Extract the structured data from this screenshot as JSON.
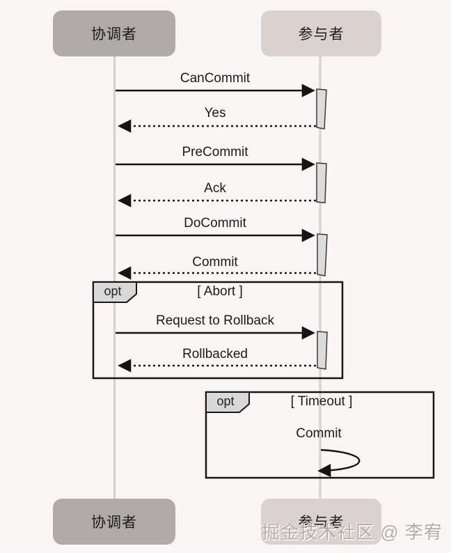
{
  "diagram": {
    "actors": {
      "coordinator": "协调者",
      "participant": "参与者"
    },
    "messages": [
      {
        "label": "CanCommit",
        "type": "solid",
        "from": "coordinator",
        "to": "participant"
      },
      {
        "label": "Yes",
        "type": "dashed",
        "from": "participant",
        "to": "coordinator"
      },
      {
        "label": "PreCommit",
        "type": "solid",
        "from": "coordinator",
        "to": "participant"
      },
      {
        "label": "Ack",
        "type": "dashed",
        "from": "participant",
        "to": "coordinator"
      },
      {
        "label": "DoCommit",
        "type": "solid",
        "from": "coordinator",
        "to": "participant"
      },
      {
        "label": "Commit",
        "type": "dashed",
        "from": "participant",
        "to": "coordinator"
      },
      {
        "label": "Request to Rollback",
        "type": "solid",
        "from": "coordinator",
        "to": "participant"
      },
      {
        "label": "Rollbacked",
        "type": "dashed",
        "from": "participant",
        "to": "coordinator"
      },
      {
        "label": "Commit",
        "type": "self",
        "from": "participant",
        "to": "participant"
      }
    ],
    "fragments": [
      {
        "operator": "opt",
        "condition": "[ Abort ]"
      },
      {
        "operator": "opt",
        "condition": "[ Timeout ]"
      }
    ],
    "colors": {
      "background": "#f8f5f4",
      "coordinator_box": "#b0aaaa",
      "participant_box": "#d9d2cf",
      "line": "#141414",
      "lifeline": "#d4d0cf",
      "activation_fill": "#dcdcdc",
      "fragment_tab_fill": "#d8d8d8"
    }
  },
  "watermark": "掘金技术社区 @ 李宥"
}
